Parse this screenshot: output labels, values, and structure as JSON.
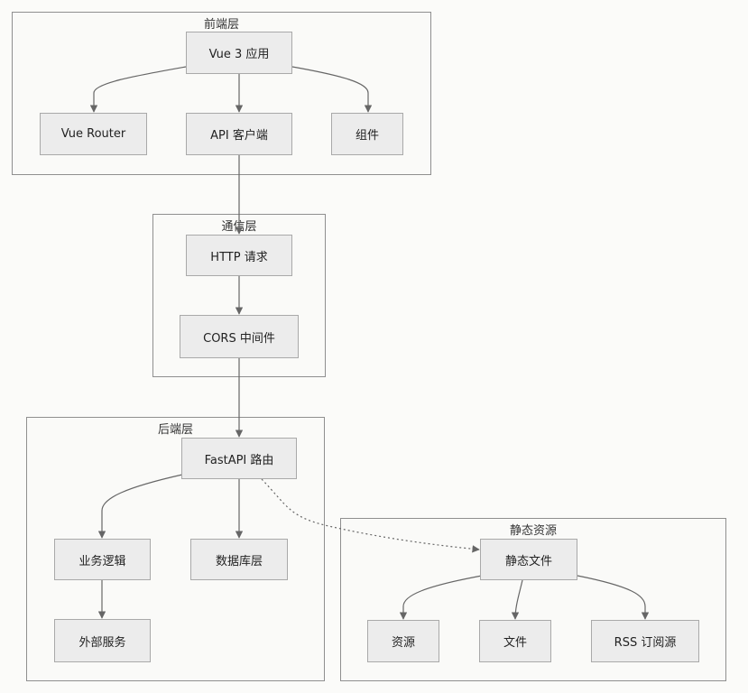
{
  "groups": {
    "frontend": "前端层",
    "comm": "通信层",
    "backend": "后端层",
    "static": "静态资源"
  },
  "nodes": {
    "vue_app": "Vue 3 应用",
    "vue_router": "Vue Router",
    "api_client": "API 客户端",
    "components": "组件",
    "http_request": "HTTP 请求",
    "cors": "CORS 中间件",
    "fastapi": "FastAPI 路由",
    "business": "业务逻辑",
    "database": "数据库层",
    "external": "外部服务",
    "static_files": "静态文件",
    "assets": "资源",
    "files": "文件",
    "rss": "RSS 订阅源"
  },
  "colors": {
    "node_fill": "#ececec",
    "node_border": "#a9a9a9",
    "group_border": "#8f8f8f",
    "edge": "#666666"
  }
}
